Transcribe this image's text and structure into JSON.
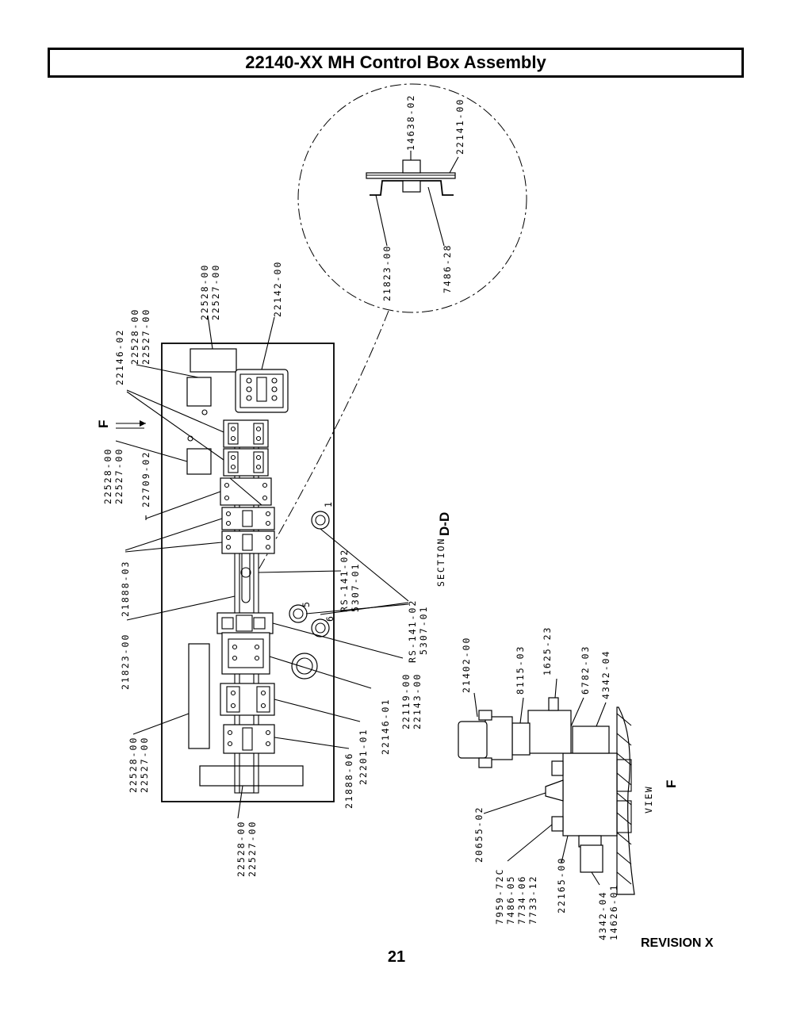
{
  "title": "22140-XX  MH Control Box Assembly",
  "page_number": "21",
  "revision": "REVISION X",
  "section_label": {
    "prefix": "SECTION",
    "name": "D-D"
  },
  "view_label": {
    "prefix": "VIEW",
    "name": "F"
  },
  "view_arrow_label": "F",
  "section_detail_parts": [
    "14638-02",
    "22141-00",
    "21823-00",
    "7486-28"
  ],
  "panel_labels": {
    "top_a": "22528-00",
    "top_b": "22527-00",
    "top_c": "22142-00",
    "upper_a": "22146-02",
    "upper_b": "22528-00",
    "upper_c": "22527-00",
    "mid_a": "22528-00",
    "mid_b": "22527-00",
    "mid_c": "22709-02",
    "breaker": "21888-03",
    "rail": "21823-00",
    "lower_a": "22528-00",
    "lower_b": "22527-00",
    "bottom_a": "22528-00",
    "bottom_b": "22527-00",
    "right_a": "21888-06",
    "right_b": "22201-01",
    "right_c": "22146-01",
    "right_d": "22119-00",
    "right_e": "22143-00",
    "fitting_a": "RS-141-02",
    "fitting_b": "5307-01",
    "fitting_c": "RS-141-02",
    "fitting_d": "5307-01",
    "num_1": "1",
    "num_5": "5",
    "num_6": "6"
  },
  "valve_labels": {
    "a": "21402-00",
    "b": "8115-03",
    "c": "1625-23",
    "d": "6782-03",
    "e": "4342-04",
    "f": "20655-02",
    "g": "7959-72C",
    "h": "7486-05",
    "i": "7734-06",
    "j": "7733-12",
    "k": "22165-00",
    "l": "4342-04",
    "m": "14626-01"
  }
}
